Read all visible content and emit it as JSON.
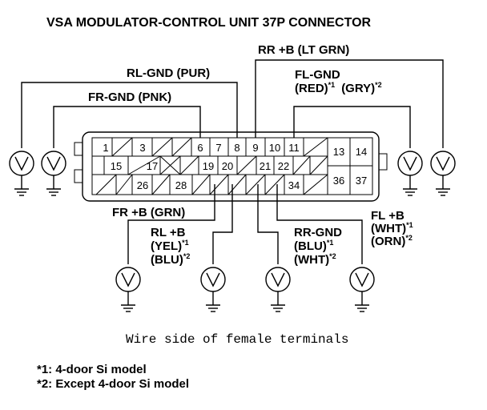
{
  "title": "VSA MODULATOR-CONTROL UNIT 37P CONNECTOR",
  "terminals": {
    "row1": [
      "1",
      "3",
      "6",
      "7",
      "8",
      "9",
      "10",
      "11"
    ],
    "row2": [
      "15",
      "17",
      "19",
      "20",
      "21",
      "22"
    ],
    "row3": [
      "26",
      "28",
      "34"
    ],
    "right": [
      "13",
      "14",
      "36",
      "37"
    ]
  },
  "wires": {
    "rr_b": "RR +B (LT GRN)",
    "rl_gnd": "RL-GND (PUR)",
    "fr_gnd": "FR-GND (PNK)",
    "fl_gnd_1": "FL-GND",
    "fl_gnd_2a": "(RED)",
    "fl_gnd_2b": "(GRY)",
    "fr_b": "FR +B (GRN)",
    "rl_b_1": "RL +B",
    "rl_b_2": "(YEL)",
    "rl_b_3": "(BLU)",
    "rr_gnd_1": "RR-GND",
    "rr_gnd_2": "(BLU)",
    "rr_gnd_3": "(WHT)",
    "fl_b_1": "FL +B",
    "fl_b_2": "(WHT)",
    "fl_b_3": "(ORN)"
  },
  "footnote_marks": {
    "m1": "*1",
    "m2": "*2"
  },
  "caption": "Wire side of female terminals",
  "notes": {
    "note1": "*1: 4-door Si model",
    "note2": "*2: Except 4-door Si model"
  }
}
